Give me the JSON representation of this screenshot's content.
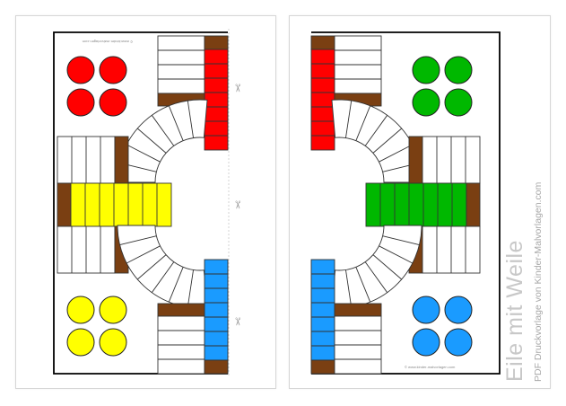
{
  "title": "Eile mit Weile",
  "subtitle": "PDF Druckvorlage von Kinder-Malvorlagen.com",
  "footer_note": "© www.kinder-malvorlagen.com",
  "colors": {
    "red": "#ff0000",
    "yellow": "#ffff00",
    "blue": "#1a9bff",
    "green": "#00b800",
    "brown": "#7a3f12",
    "line": "#333333"
  },
  "cut_marks": [
    "✂",
    "✂",
    "✂"
  ],
  "left_half": {
    "home_bases": [
      {
        "color": "red",
        "pieces": 4
      },
      {
        "color": "yellow",
        "pieces": 4
      }
    ]
  },
  "right_half": {
    "home_bases": [
      {
        "color": "green",
        "pieces": 4
      },
      {
        "color": "blue",
        "pieces": 4
      }
    ]
  }
}
